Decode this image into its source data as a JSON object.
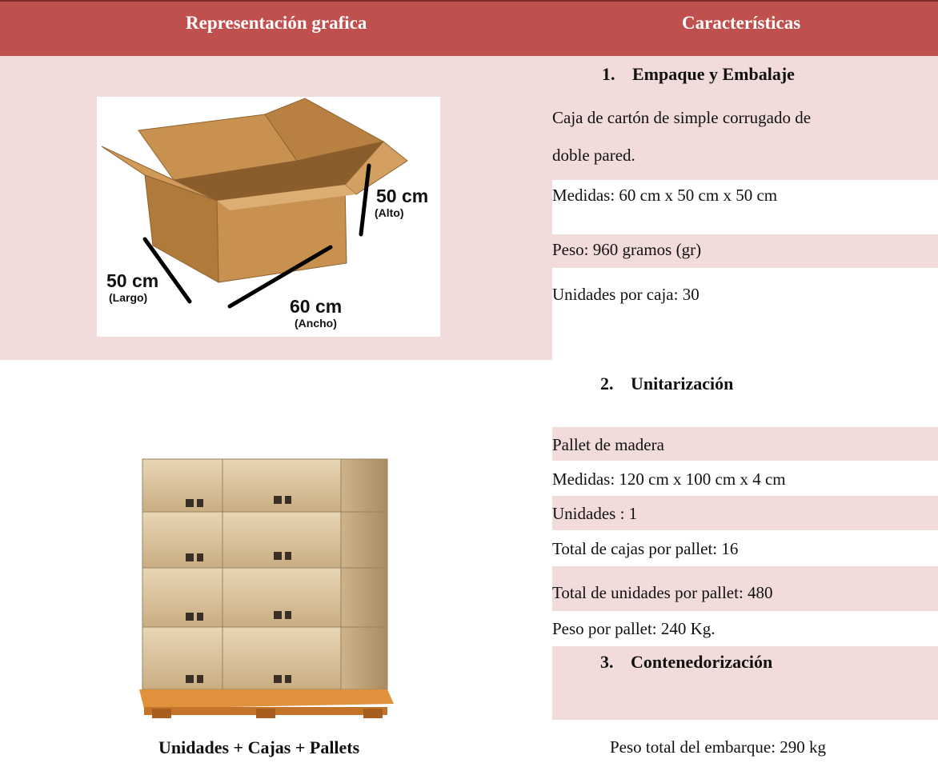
{
  "header": {
    "left_title": "Representación grafica",
    "right_title": "Características"
  },
  "section1": {
    "number": "1.",
    "title": "Empaque y Embalaje",
    "lines": [
      "Caja de cartón de simple corrugado de",
      "doble pared.",
      "Medidas: 60 cm x 50 cm x 50 cm",
      "Peso:  960 gramos (gr)",
      "Unidades por caja:  30"
    ]
  },
  "box_image": {
    "height_value": "50 cm",
    "height_label": "(Alto)",
    "length_value": "50 cm",
    "length_label": "(Largo)",
    "width_value": "60 cm",
    "width_label": "(Ancho)"
  },
  "section2": {
    "number": "2.",
    "title": "Unitarización",
    "lines": [
      "Pallet de madera",
      "Medidas:  120 cm x 100 cm x 4 cm",
      "Unidades : 1",
      "Total de cajas por pallet: 16",
      "Total de unidades por pallet: 480",
      "Peso por pallet: 240 Kg."
    ]
  },
  "section3": {
    "number": "3.",
    "title": "Contenedorización",
    "lines": [
      "Peso total del embarque:  290 kg"
    ]
  },
  "pallet_caption": "Unidades + Cajas + Pallets",
  "colors": {
    "header": "#c0504d",
    "band": "#f2dcdb",
    "cardboard": "#c8914f"
  }
}
